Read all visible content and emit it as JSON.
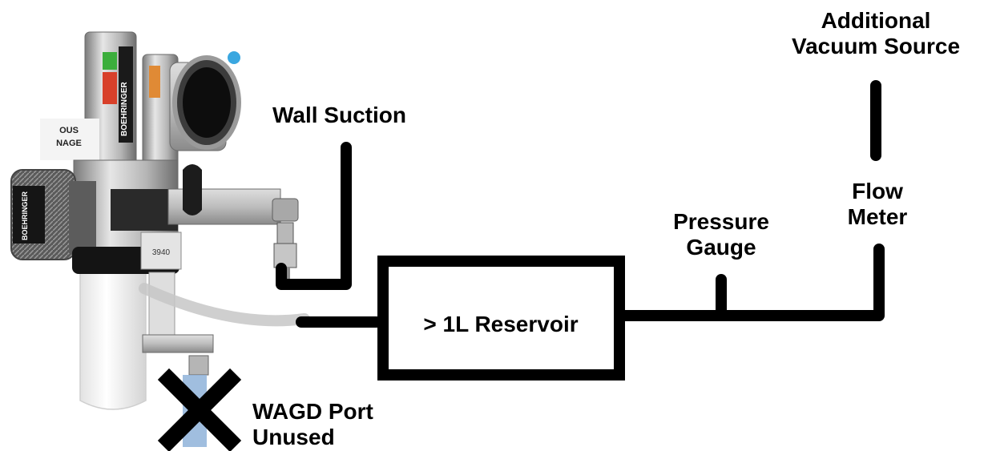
{
  "labels": {
    "wall_suction": "Wall Suction",
    "reservoir": "> 1L Reservoir",
    "pressure_gauge_1": "Pressure",
    "pressure_gauge_2": "Gauge",
    "flow_meter_1": "Flow",
    "flow_meter_2": "Meter",
    "additional_vacuum_1": "Additional",
    "additional_vacuum_2": "Vacuum Source",
    "wagd_1": "WAGD Port",
    "wagd_2": "Unused"
  },
  "device": {
    "brand_label_1": "BOEHRINGER",
    "brand_label_2": "BOEHRINGER",
    "panel_text_1": "OUS",
    "panel_text_2": "NAGE",
    "model_number": "3940"
  },
  "colors": {
    "line": "#000000",
    "steel": "#c8c8c8",
    "steel_dark": "#7d7d7d",
    "canister": "#f2f2f2",
    "cap_blue": "#3aa7e0",
    "green_indicator": "#3cae3c",
    "red_indicator": "#d8402a"
  }
}
